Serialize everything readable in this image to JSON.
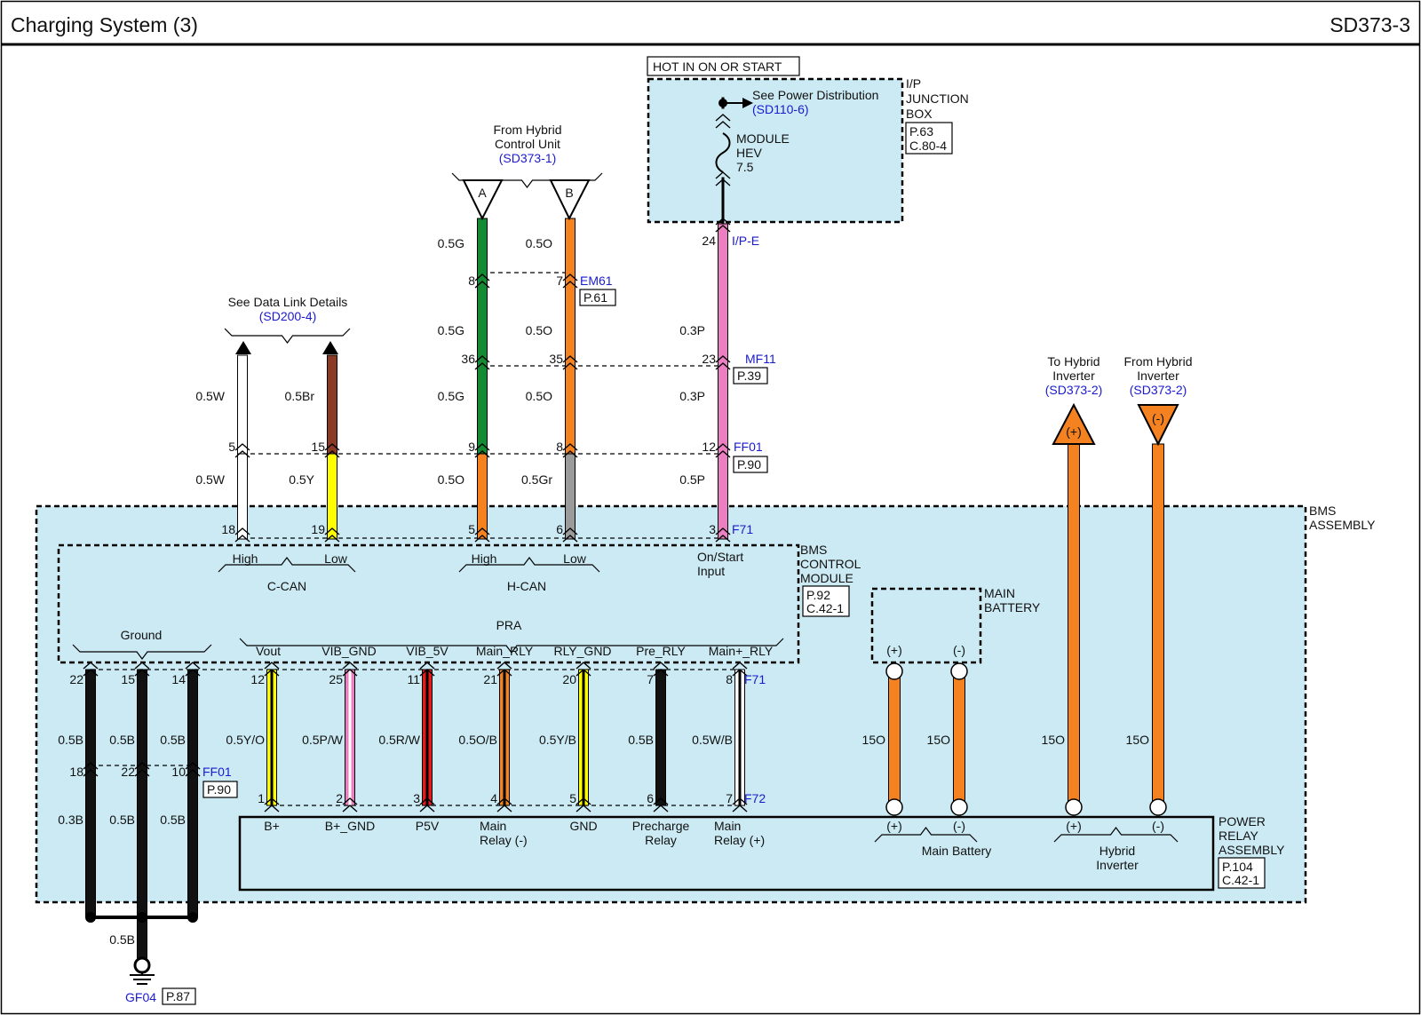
{
  "header": {
    "title": "Charging System (3)",
    "code": "SD373-3"
  },
  "hot_label": "HOT IN ON OR START",
  "ip_junction": {
    "name": [
      "I/P",
      "JUNCTION",
      "BOX"
    ],
    "ref": [
      "P.63",
      "C.80-4"
    ],
    "see": "See Power Distribution",
    "see_ref": "(SD110-6)",
    "fuse": [
      "MODULE",
      "HEV",
      "7.5"
    ]
  },
  "hybrid_control": {
    "text": [
      "From Hybrid",
      "Control Unit"
    ],
    "ref": "(SD373-1)",
    "A": "A",
    "B": "B"
  },
  "data_link": {
    "text": "See Data Link Details",
    "ref": "(SD200-4)"
  },
  "to_inverter": {
    "text": [
      "To Hybrid",
      "Inverter"
    ],
    "ref": "(SD373-2)",
    "sym": "(+)"
  },
  "from_inverter": {
    "text": [
      "From Hybrid",
      "Inverter"
    ],
    "ref": "(SD373-2)",
    "sym": "(-)"
  },
  "connectors": {
    "ipe": "I/P-E",
    "em61": "EM61",
    "em61_ref": "P.61",
    "mf11": "MF11",
    "mf11_ref": "P.39",
    "ff01": "FF01",
    "ff01_ref": "P.90",
    "f71": "F71",
    "f72": "F72",
    "gf04": "GF04",
    "gf04_ref": "P.87"
  },
  "wire_labels": {
    "top_a": "0.5G",
    "top_b": "0.5O",
    "mid_a": "0.5G",
    "mid_b": "0.5O",
    "mid_c": "0.3P",
    "low_a": "0.5G",
    "low_b": "0.5O",
    "low_c": "0.3P",
    "dl_w": "0.5W",
    "dl_br": "0.5Br",
    "f_w": "0.5W",
    "f_y": "0.5Y",
    "f_o": "0.5O",
    "f_gr": "0.5Gr",
    "f_p": "0.5P",
    "pra": [
      "0.5Y/O",
      "0.5P/W",
      "0.5R/W",
      "0.5O/B",
      "0.5Y/B",
      "0.5B",
      "0.5W/B"
    ],
    "gnd_top": [
      "0.5B",
      "0.5B",
      "0.5B"
    ],
    "gnd_bot": [
      "0.3B",
      "0.5B",
      "0.5B"
    ],
    "gnd_main": "0.5B",
    "big": [
      "15O",
      "15O",
      "15O",
      "15O"
    ]
  },
  "pins": {
    "ipe": "24",
    "em61": [
      "8",
      "7"
    ],
    "mf11": [
      "36",
      "35",
      "23"
    ],
    "ff01": [
      "5",
      "15",
      "9",
      "8",
      "12"
    ],
    "f71": [
      "18",
      "19",
      "5",
      "6",
      "3"
    ],
    "f71_pra": [
      "12",
      "25",
      "11",
      "21",
      "20",
      "7",
      "8"
    ],
    "f72": [
      "1",
      "2",
      "3",
      "4",
      "5",
      "6",
      "7"
    ],
    "gnd_top": [
      "22",
      "15",
      "14"
    ],
    "gnd_ff01": [
      "18",
      "22",
      "10"
    ]
  },
  "bms": {
    "assembly": [
      "BMS",
      "ASSEMBLY"
    ],
    "control": [
      "BMS",
      "CONTROL",
      "MODULE"
    ],
    "control_ref": [
      "P.92",
      "C.42-1"
    ],
    "can_terms": [
      "High",
      "Low",
      "High",
      "Low"
    ],
    "ccan": "C-CAN",
    "hcan": "H-CAN",
    "onstart": [
      "On/Start",
      "Input"
    ],
    "ground": "Ground",
    "pra": "PRA",
    "pra_terms": [
      "Vout",
      "VIB_GND",
      "VIB_5V",
      "Main_RLY",
      "RLY_GND",
      "Pre_RLY",
      "Main+_RLY"
    ]
  },
  "main_battery": {
    "name": [
      "MAIN",
      "BATTERY"
    ],
    "pos": "(+)",
    "neg": "(-)"
  },
  "power_relay": {
    "name": [
      "POWER",
      "RELAY",
      "ASSEMBLY"
    ],
    "ref": [
      "P.104",
      "C.42-1"
    ],
    "terms": [
      [
        "B+"
      ],
      [
        "B+_GND"
      ],
      [
        "P5V"
      ],
      [
        "Main",
        "Relay (-)"
      ],
      [
        "GND"
      ],
      [
        "Precharge",
        "Relay"
      ],
      [
        "Main",
        "Relay (+)"
      ]
    ],
    "bat_pos": "(+)",
    "bat_neg": "(-)",
    "bat_label": "Main Battery",
    "inv_pos": "(+)",
    "inv_neg": "(-)",
    "inv_label": [
      "Hybrid",
      "Inverter"
    ]
  },
  "colors": {
    "panel": "#cbeaf3",
    "green": "#138a33",
    "orange": "#f58220",
    "pink": "#ec7fc1",
    "brown": "#8b3a26",
    "yellow": "#ffff00",
    "gray": "#9b9b9b",
    "red": "#e21b1b",
    "black": "#111111"
  }
}
